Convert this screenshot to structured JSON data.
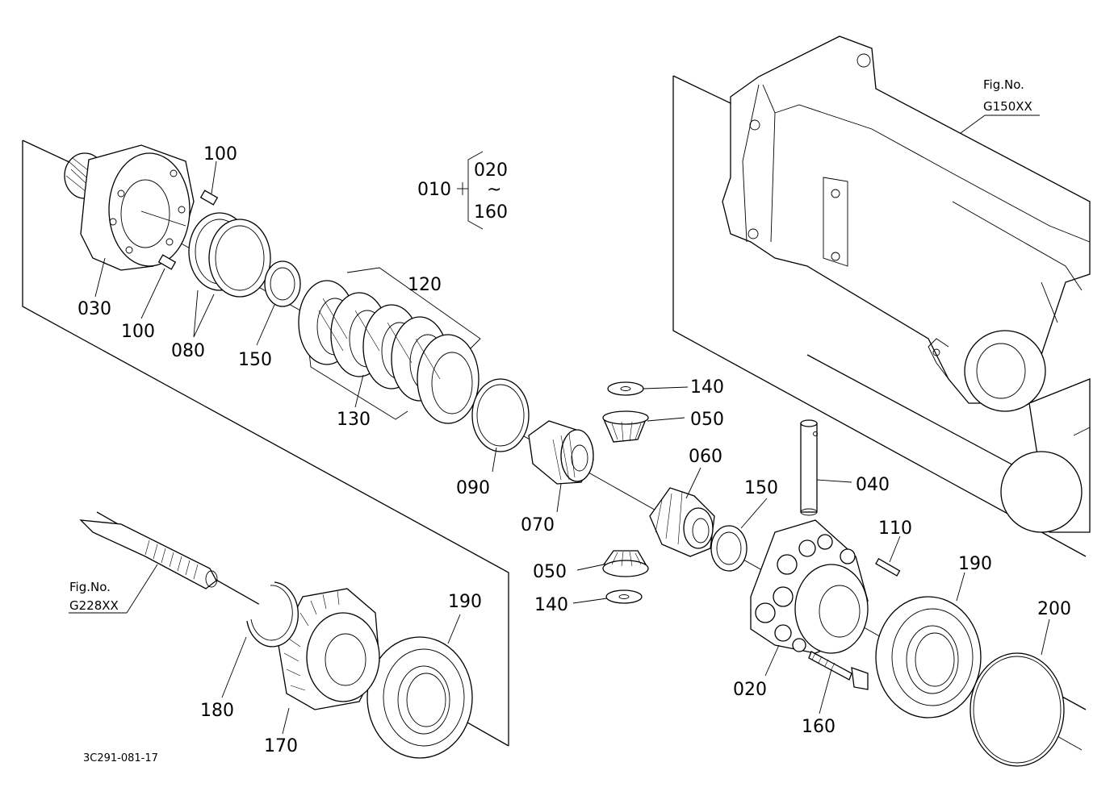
{
  "labels": {
    "p010": "010",
    "p020_range": "020",
    "tilde": "~",
    "p160_range": "160",
    "p100_top": "100",
    "p100_bottom": "100",
    "p030": "030",
    "p080": "080",
    "p150_left": "150",
    "p120": "120",
    "p130": "130",
    "p090": "090",
    "p140_top": "140",
    "p050_top": "050",
    "p060": "060",
    "p040": "040",
    "p150_right": "150",
    "p110": "110",
    "p070": "070",
    "p050_bottom": "050",
    "p140_bottom": "140",
    "p190_right": "190",
    "p200": "200",
    "p020": "020",
    "p160": "160",
    "p190_left": "190",
    "p180": "180",
    "p170": "170"
  },
  "refs": {
    "fig_top_label": "Fig.No.",
    "fig_top_code": "G150XX",
    "fig_bottom_label": "Fig.No.",
    "fig_bottom_code": "G228XX"
  },
  "drawing_code": "3C291-081-17"
}
